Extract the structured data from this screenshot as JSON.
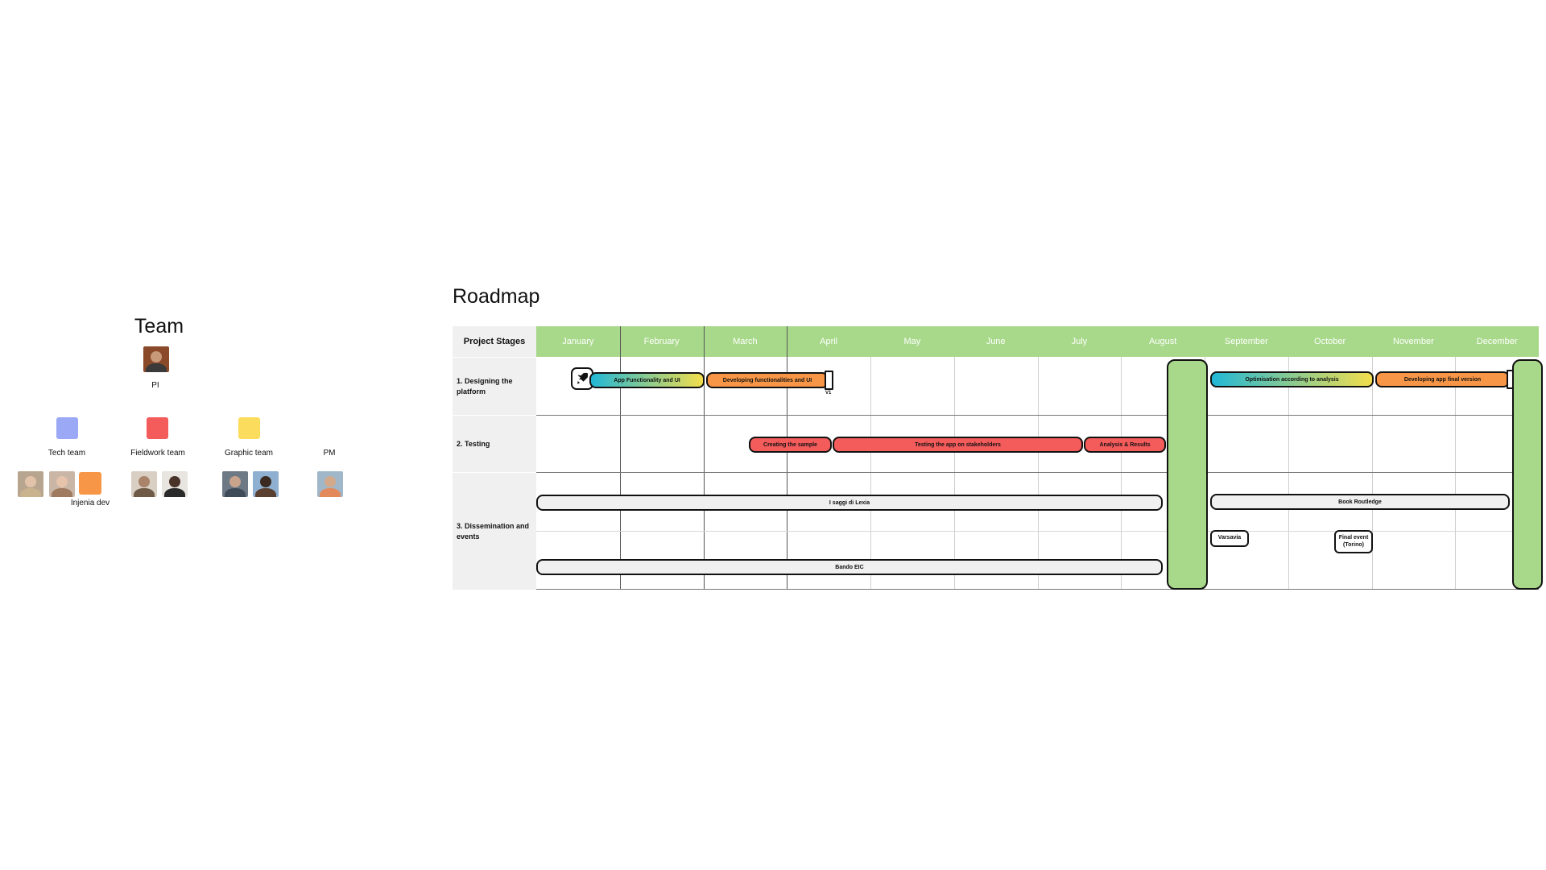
{
  "team": {
    "title": "Team",
    "pi_label": "PI",
    "groups": [
      {
        "label": "Tech team",
        "color": "#9aa8f5"
      },
      {
        "label": "Fieldwork team",
        "color": "#f45b5b"
      },
      {
        "label": "Graphic team",
        "color": "#fbdc5c"
      },
      {
        "label": "PM"
      }
    ],
    "injenia_label": "Injenia dev",
    "injenia_color": "#f79646"
  },
  "roadmap": {
    "title": "Roadmap",
    "header_first": "Project Stages",
    "months": [
      "January",
      "February",
      "March",
      "April",
      "May",
      "June",
      "July",
      "August",
      "September",
      "October",
      "November",
      "December"
    ],
    "stages": [
      "1. Designing the platform",
      "2. Testing",
      "3. Dissemination and events"
    ],
    "tasks": {
      "app_functionality": "App Functionality and UI",
      "developing_functionalities": "Developing functionalities and UI",
      "v1": "V1",
      "optimisation": "Optimisation according to analysis",
      "developing_final": "Developing app final version",
      "creating_sample": "Creating the sample",
      "testing_app": "Testing the app on stakeholders",
      "analysis_results": "Analysis & Results",
      "saggi_lexia": "I saggi di Lexia",
      "bando_eic": "Bando EIC",
      "book_routledge": "Book Routledge",
      "varsavia": "Varsavia",
      "final_event": "Final event (Torino)"
    },
    "colors": {
      "header_green": "#a8d98a",
      "orange": "#f79646",
      "red": "#f45b5b",
      "grey_bar": "#f0f0f0",
      "gradient_start": "#22b8d6",
      "gradient_end": "#f3de4c"
    }
  }
}
